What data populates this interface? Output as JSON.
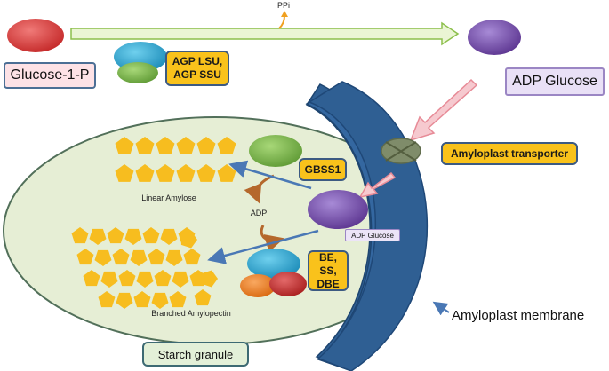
{
  "labels": {
    "glucose_1p": "Glucose-1-P",
    "ppi": "PPi",
    "agp": "AGP LSU,\nAGP SSU",
    "adp_glucose": "ADP Glucose",
    "amyloplast_transporter": "Amyloplast transporter",
    "gbss1": "GBSS1",
    "linear_amylose": "Linear Amylose",
    "adp": "ADP",
    "adp_glucose_small": "ADP Glucose",
    "branched_amylopectin": "Branched  Amylopectin",
    "be_ss_dbe": "BE, SS,\nDBE",
    "amyloplast_membrane": "Amyloplast membrane",
    "starch_granule": "Starch granule"
  },
  "colors": {
    "glucose_red": "#d83a3a",
    "agp_blue": "#2aa6cf",
    "agp_green": "#7ab648",
    "adp_purple": "#7a4fb0",
    "membrane_blue": "#2f5f93",
    "granule_green": "#e6eed5",
    "pentagon_yellow": "#f7bd1f",
    "enzyme_orange": "#ea8123",
    "enzyme_red": "#c02b2b",
    "arrow_green": "#eaf5d4",
    "arrow_pink": "#f6c9cf",
    "transporter_grey": "#7f8c6a"
  }
}
